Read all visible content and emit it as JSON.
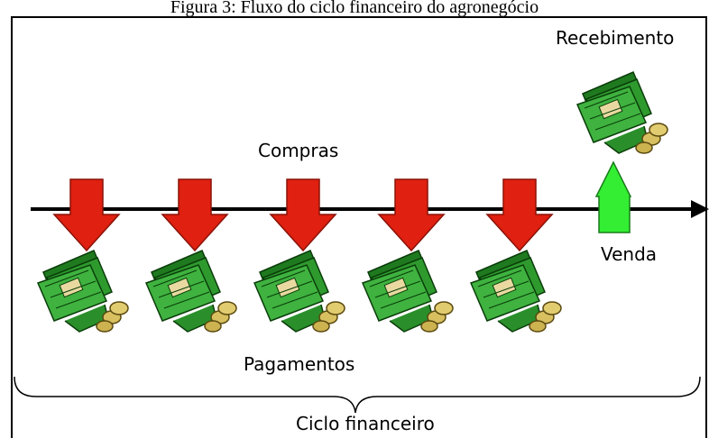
{
  "caption": "Figura 3: Fluxo do ciclo financeiro do agronegócio",
  "labels": {
    "receipt": "Recebimento",
    "purchases": "Compras",
    "sale": "Venda",
    "payments": "Pagamentos",
    "cycle": "Ciclo financeiro"
  },
  "colors": {
    "down_arrow": "#e02010",
    "up_arrow": "#33ee33",
    "money": "#2e9a2e",
    "coin": "#d8c060",
    "timeline": "#000000"
  },
  "icons": {
    "payment": "money-stack-icon",
    "receipt": "money-stack-icon"
  }
}
